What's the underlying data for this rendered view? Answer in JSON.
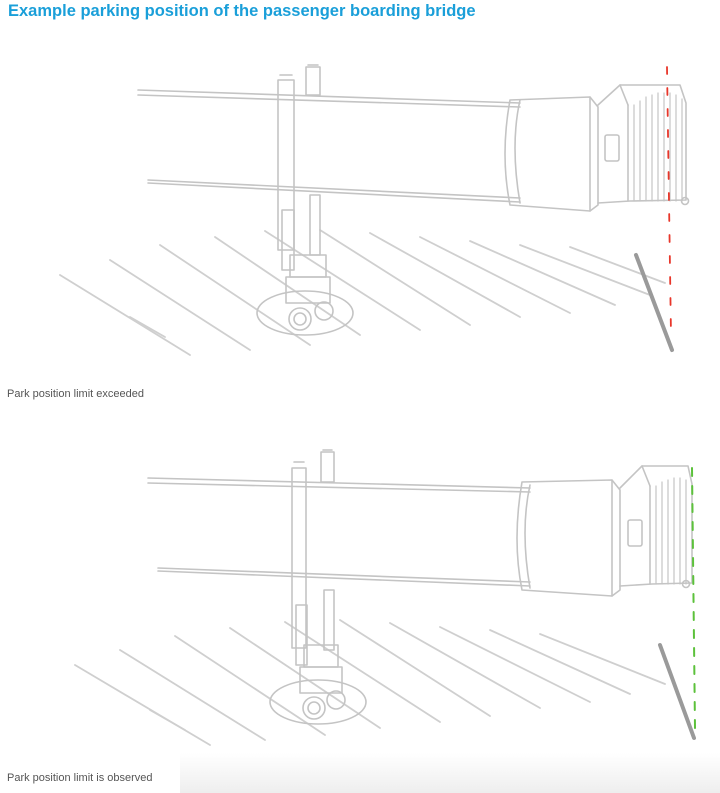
{
  "title": "Example parking position of the passenger boarding bridge",
  "figures": [
    {
      "caption": "Park position limit exceeded",
      "limit_line_color": "#e8362a",
      "status": "exceeded"
    },
    {
      "caption": "Park position limit is observed",
      "limit_line_color": "#5cc13b",
      "status": "observed"
    }
  ],
  "colors": {
    "title": "#1a9fd9",
    "sketch": "#c4c4c4",
    "caption": "#555555"
  }
}
